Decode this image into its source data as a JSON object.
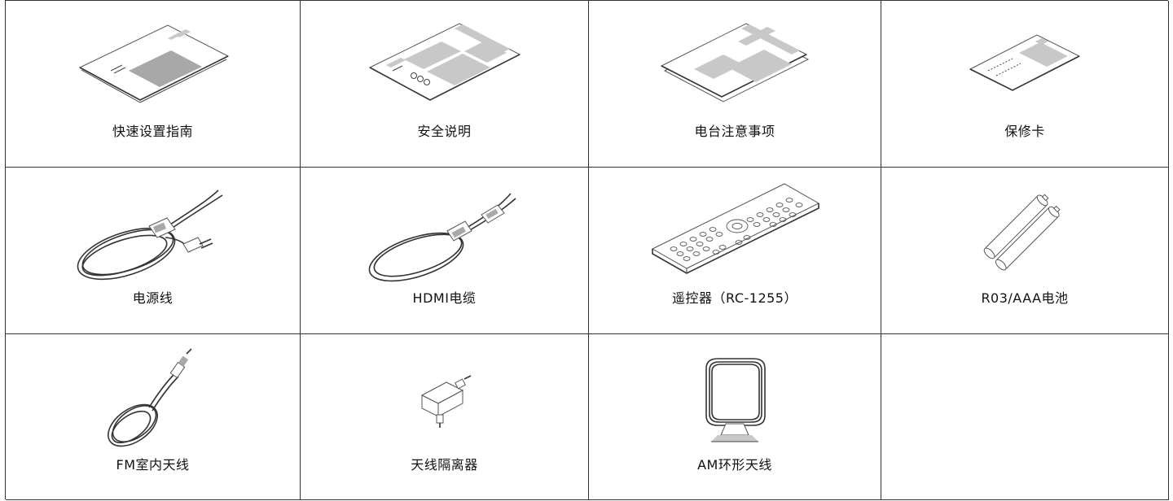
{
  "items": [
    {
      "label": "快速设置指南",
      "icon": "quick-setup-guide-icon"
    },
    {
      "label": "安全说明",
      "icon": "safety-instructions-icon"
    },
    {
      "label": "电台注意事项",
      "icon": "radio-notes-icon"
    },
    {
      "label": "保修卡",
      "icon": "warranty-card-icon"
    },
    {
      "label": "电源线",
      "icon": "power-cord-icon"
    },
    {
      "label": "HDMI电缆",
      "icon": "hdmi-cable-icon"
    },
    {
      "label": "遥控器（RC-1255）",
      "icon": "remote-control-icon"
    },
    {
      "label": "R03/AAA电池",
      "icon": "batteries-icon"
    },
    {
      "label": "FM室内天线",
      "icon": "fm-antenna-icon"
    },
    {
      "label": "天线隔离器",
      "icon": "antenna-isolator-icon"
    },
    {
      "label": "AM环形天线",
      "icon": "am-loop-antenna-icon"
    }
  ]
}
